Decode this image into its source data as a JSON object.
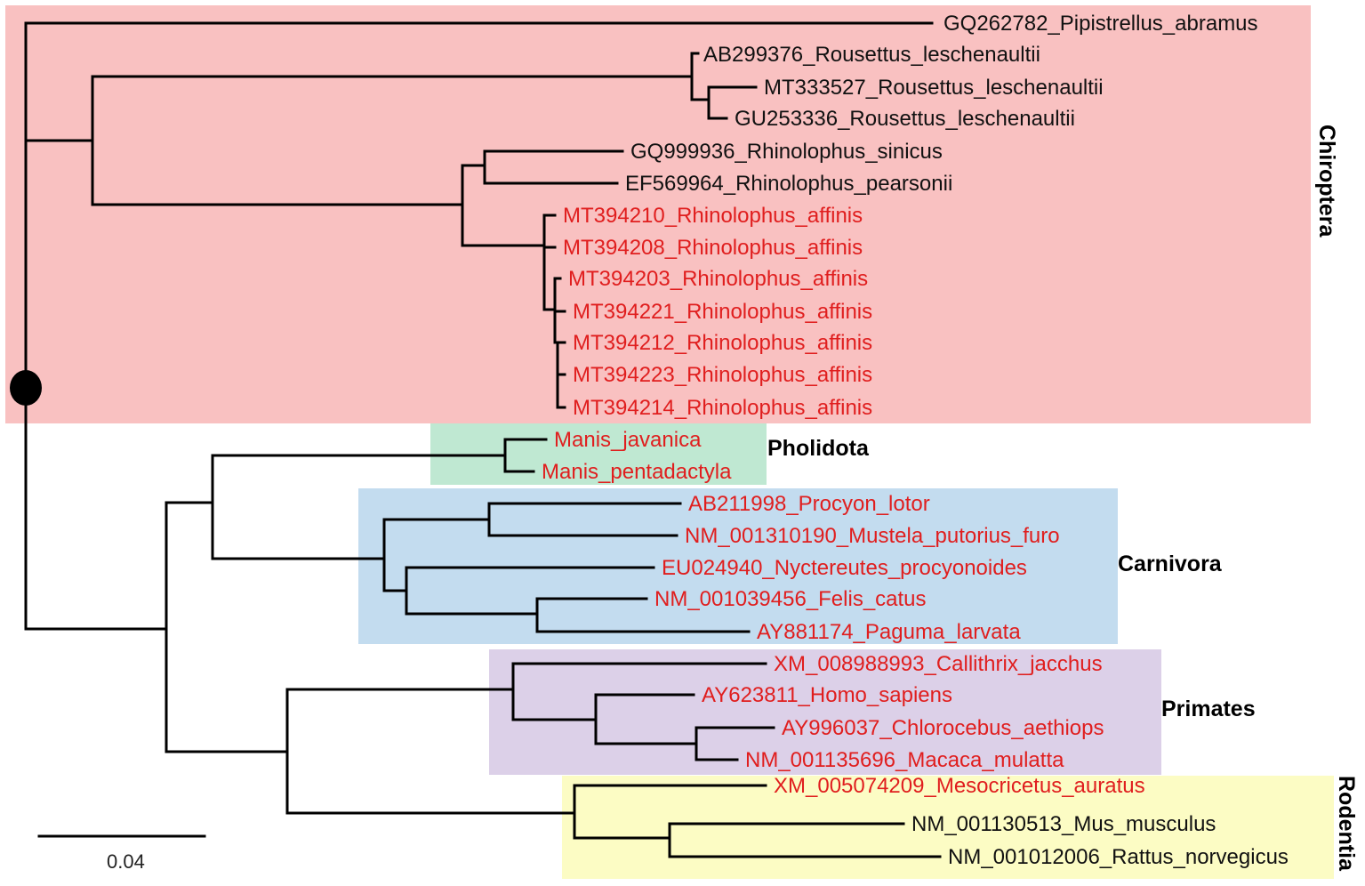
{
  "colors": {
    "chiroptera_bg": "#f9c1c1",
    "pholidota_bg": "#bfe8d2",
    "carnivora_bg": "#c3dcef",
    "primates_bg": "#dcd0e8",
    "rodentia_bg": "#fcfcc4",
    "highlight_text": "#e01e1e",
    "normal_text": "#111111",
    "branch": "#000000"
  },
  "groups": {
    "chiroptera": "Chiroptera",
    "pholidota": "Pholidota",
    "carnivora": "Carnivora",
    "primates": "Primates",
    "rodentia": "Rodentia"
  },
  "leaves": [
    {
      "label": "GQ262782_Pipistrellus_abramus",
      "highlight": false
    },
    {
      "label": "AB299376_Rousettus_leschenaultii",
      "highlight": false
    },
    {
      "label": "MT333527_Rousettus_leschenaultii",
      "highlight": false
    },
    {
      "label": "GU253336_Rousettus_leschenaultii",
      "highlight": false
    },
    {
      "label": "GQ999936_Rhinolophus_sinicus",
      "highlight": false
    },
    {
      "label": "EF569964_Rhinolophus_pearsonii",
      "highlight": false
    },
    {
      "label": "MT394210_Rhinolophus_affinis",
      "highlight": true
    },
    {
      "label": "MT394208_Rhinolophus_affinis",
      "highlight": true
    },
    {
      "label": "MT394203_Rhinolophus_affinis",
      "highlight": true
    },
    {
      "label": "MT394221_Rhinolophus_affinis",
      "highlight": true
    },
    {
      "label": "MT394212_Rhinolophus_affinis",
      "highlight": true
    },
    {
      "label": "MT394223_Rhinolophus_affinis",
      "highlight": true
    },
    {
      "label": "MT394214_Rhinolophus_affinis",
      "highlight": true
    },
    {
      "label": "Manis_javanica",
      "highlight": true
    },
    {
      "label": "Manis_pentadactyla",
      "highlight": true
    },
    {
      "label": "AB211998_Procyon_lotor",
      "highlight": true
    },
    {
      "label": "NM_001310190_Mustela_putorius_furo",
      "highlight": true
    },
    {
      "label": "EU024940_Nyctereutes_procyonoides",
      "highlight": true
    },
    {
      "label": "NM_001039456_Felis_catus",
      "highlight": true
    },
    {
      "label": "AY881174_Paguma_larvata",
      "highlight": true
    },
    {
      "label": "XM_008988993_Callithrix_jacchus",
      "highlight": true
    },
    {
      "label": "AY623811_Homo_sapiens",
      "highlight": true
    },
    {
      "label": "AY996037_Chlorocebus_aethiops",
      "highlight": true
    },
    {
      "label": "NM_001135696_Macaca_mulatta",
      "highlight": true
    },
    {
      "label": "XM_005074209_Mesocricetus_auratus",
      "highlight": true
    },
    {
      "label": "NM_001130513_Mus_musculus",
      "highlight": false
    },
    {
      "label": "NM_001012006_Rattus_norvegicus",
      "highlight": false
    }
  ],
  "scale_bar": {
    "label": "0.04"
  }
}
